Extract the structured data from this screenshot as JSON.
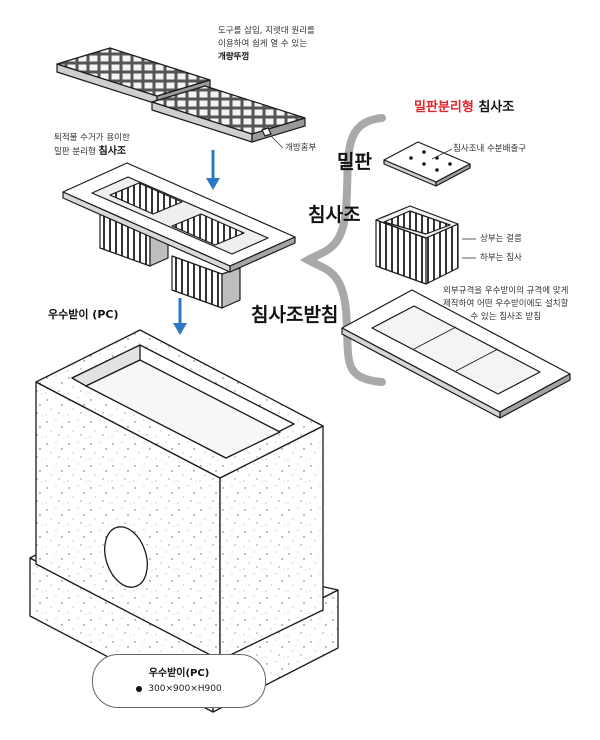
{
  "grate_note": {
    "line1": "도구를 삽입, 지렛대 원리를",
    "line2": "이용하여 쉽게 열 수 있는",
    "bold": "개량뚜껑"
  },
  "opening_groove": "개방홈부",
  "trap_note": {
    "line1": "퇴적물 수거가 용이한",
    "prefix": "밀판 분리형",
    "bold": "침사조"
  },
  "basin_label": "우수받이 (PC)",
  "right_title": {
    "red": "밀판분리형",
    "black": " 침사조"
  },
  "labels": {
    "bottom_plate": "밀판",
    "trap": "침사조",
    "trap_support": "침사조받침"
  },
  "notes": {
    "drain": "침사조내 수분배출구",
    "upper": "상부는 걸름",
    "lower": "하부는 침사",
    "support1": "외부규격을 우수받이의 규격에 맞게",
    "support2": "제작하여 어떤 우수받이에도 설치할",
    "support3": "수 있는 침사조 받침"
  },
  "caption": {
    "title": "우수받이(PC)",
    "spec": "300×900×H900"
  },
  "colors": {
    "arrow": "#2b78c5",
    "accent_red": "#e0262b",
    "line": "#1a1a1a",
    "brace": "#a9a9a9"
  }
}
